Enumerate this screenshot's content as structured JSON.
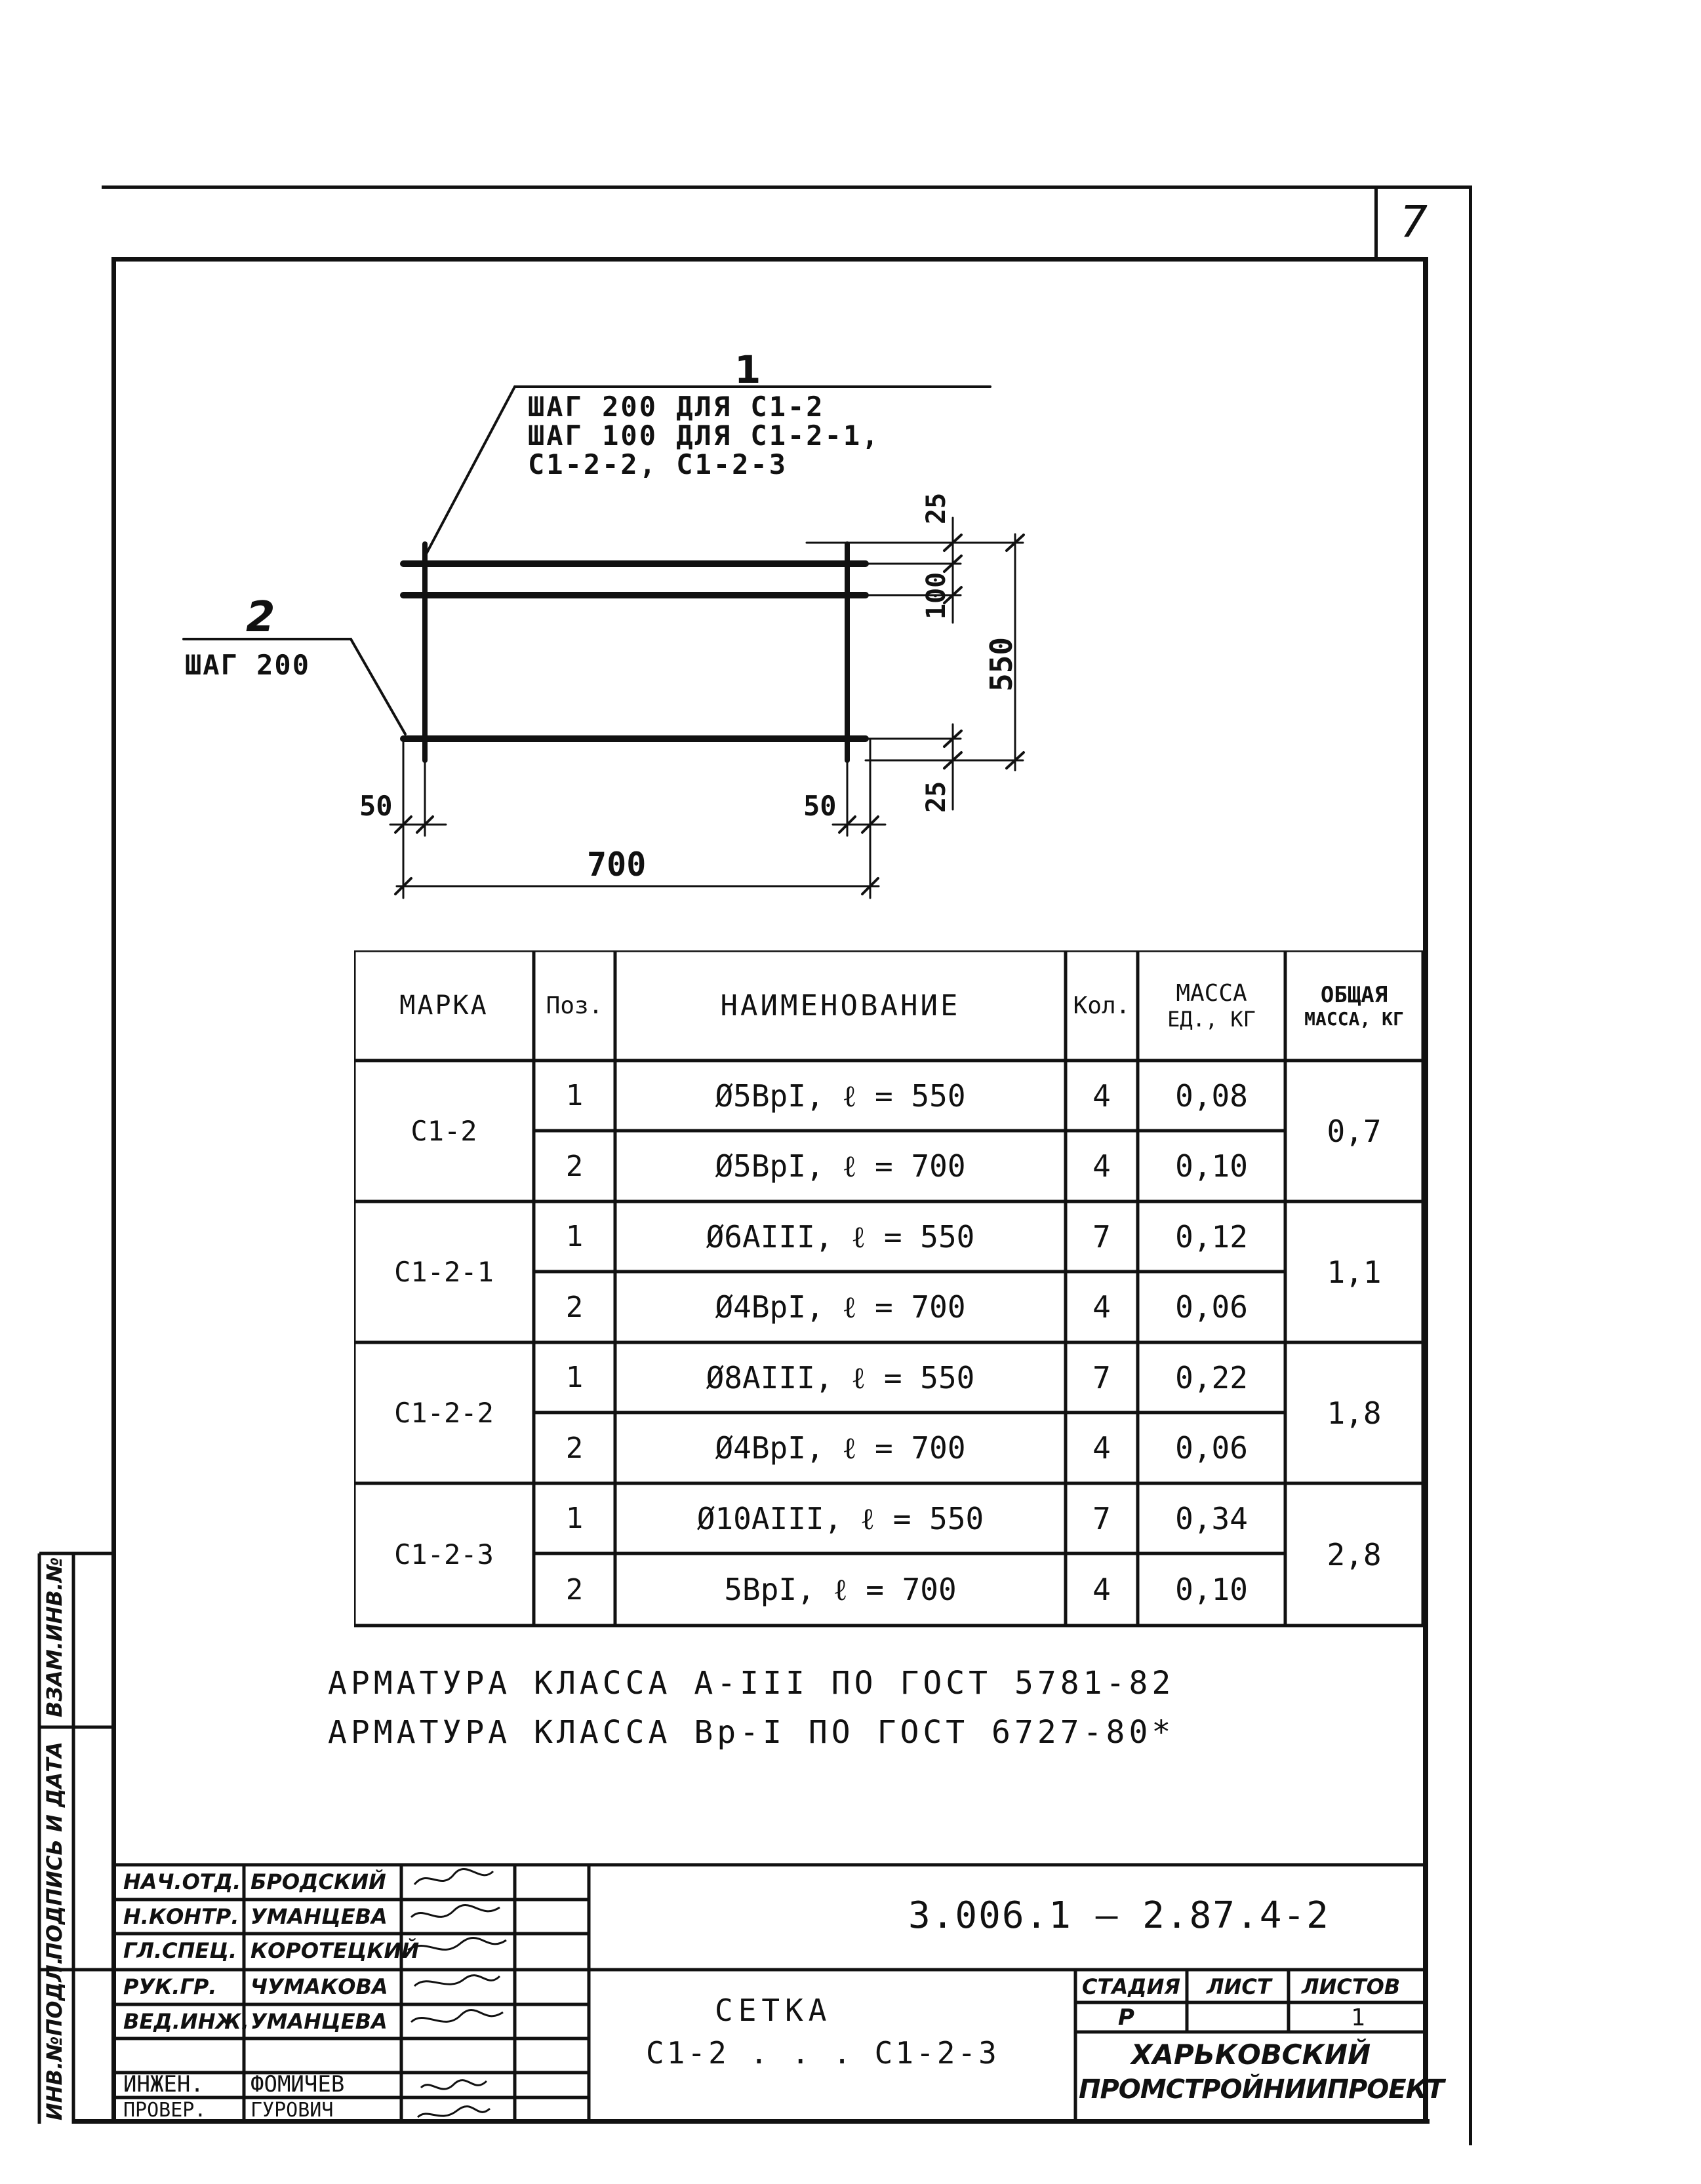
{
  "sheet_number": "7",
  "drawing": {
    "callout1": {
      "number": "1",
      "line1": "ШАГ 200 ДЛЯ С1-2",
      "line2": "ШАГ 100 ДЛЯ С1-2-1,",
      "line3": "С1-2-2, С1-2-3"
    },
    "callout2": {
      "number": "2",
      "line1": "ШАГ 200"
    },
    "dims": {
      "width": "700",
      "left_offset": "50",
      "right_offset": "50",
      "height": "550",
      "top_edge": "25",
      "top_step": "100",
      "bottom_edge": "25"
    }
  },
  "table": {
    "headers": [
      "МАРКА",
      "Поз.",
      "НАИМЕНОВАНИЕ",
      "Кол.",
      "МАССА ЕД., КГ",
      "ОБЩАЯ МАССА, КГ"
    ],
    "header_mass_line1": "МАССА",
    "header_mass_line2": "ЕД., КГ",
    "header_total_line1": "ОБЩАЯ",
    "header_total_line2": "МАССА, КГ",
    "groups": [
      {
        "mark": "С1-2",
        "total": "0,7",
        "rows": [
          {
            "pos": "1",
            "name": "Ø5ВрI, ℓ = 550",
            "qty": "4",
            "mass": "0,08"
          },
          {
            "pos": "2",
            "name": "Ø5ВрI, ℓ = 700",
            "qty": "4",
            "mass": "0,10"
          }
        ]
      },
      {
        "mark": "С1-2-1",
        "total": "1,1",
        "rows": [
          {
            "pos": "1",
            "name": "Ø6AIII, ℓ = 550",
            "qty": "7",
            "mass": "0,12"
          },
          {
            "pos": "2",
            "name": "Ø4ВрI, ℓ = 700",
            "qty": "4",
            "mass": "0,06"
          }
        ]
      },
      {
        "mark": "С1-2-2",
        "total": "1,8",
        "rows": [
          {
            "pos": "1",
            "name": "Ø8AIII, ℓ = 550",
            "qty": "7",
            "mass": "0,22"
          },
          {
            "pos": "2",
            "name": "Ø4ВрI, ℓ = 700",
            "qty": "4",
            "mass": "0,06"
          }
        ]
      },
      {
        "mark": "С1-2-3",
        "total": "2,8",
        "rows": [
          {
            "pos": "1",
            "name": "Ø10AIII, ℓ = 550",
            "qty": "7",
            "mass": "0,34"
          },
          {
            "pos": "2",
            "name": "5ВрI, ℓ = 700",
            "qty": "4",
            "mass": "0,10"
          }
        ]
      }
    ]
  },
  "notes": [
    "АРМАТУРА КЛАССА A-III ПО ГОСТ 5781-82",
    "АРМАТУРА КЛАССА Bp-I ПО ГОСТ 6727-80*"
  ],
  "side_stamp": {
    "cell1": "ВЗАМ.ИНВ.№",
    "cell2": "ПОДПИСЬ И ДАТА",
    "cell3": "ИНВ.№ПОДЛ."
  },
  "title_block": {
    "doc_code": "3.006.1 – 2.87.4-2",
    "title_line1": "СЕТКА",
    "title_line2": "С1-2 . . . С1-2-3",
    "stage_label": "СТАДИЯ",
    "sheet_label": "ЛИСТ",
    "sheets_label": "ЛИСТОВ",
    "stage_value": "Р",
    "sheet_value": "",
    "sheets_value": "1",
    "org_line1": "ХАРЬКОВСКИЙ",
    "org_line2": "ПРОМСТРОЙНИИПРОЕКТ",
    "people": [
      {
        "role": "НАЧ.ОТД.",
        "name": "БРОДСКИЙ"
      },
      {
        "role": "Н.КОНТР.",
        "name": "УМАНЦЕВА"
      },
      {
        "role": "ГЛ.СПЕЦ.",
        "name": "КОРОТЕЦКИЙ"
      },
      {
        "role": "РУК.ГР.",
        "name": "ЧУМАКОВА"
      },
      {
        "role": "ВЕД.ИНЖ.",
        "name": "УМАНЦЕВА"
      },
      {
        "role": "",
        "name": ""
      },
      {
        "role": "ИНЖЕН.",
        "name": "ФОМИЧЁВ"
      },
      {
        "role": "ПРОВЕР.",
        "name": "ГУРОВИЧ"
      }
    ]
  }
}
